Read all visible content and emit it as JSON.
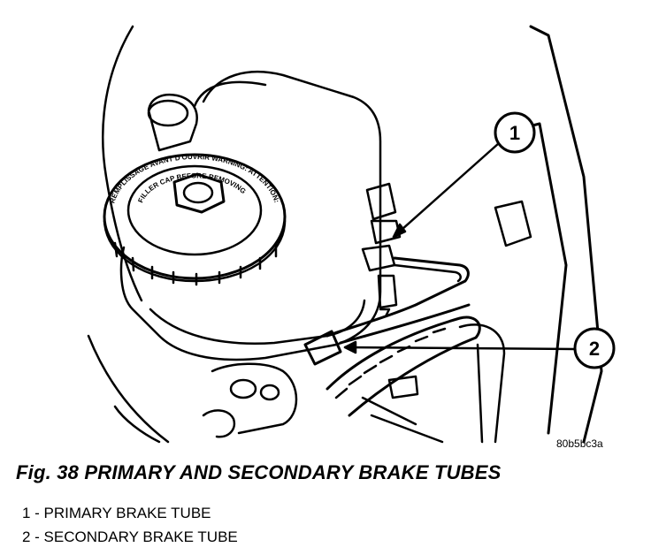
{
  "figure": {
    "callouts": [
      {
        "number": "1"
      },
      {
        "number": "2"
      }
    ],
    "cap_text_outer": "REMPLISSAGE AVANT D'OUVRIR WARNING: ATTENTION: ",
    "cap_text_inner": "FILLER CAP  BEFORE  REMOVING",
    "code": "80b5bc3a",
    "caption": "Fig. 38 PRIMARY AND SECONDARY BRAKE TUBES",
    "legend": [
      "1 - PRIMARY BRAKE TUBE",
      "2 - SECONDARY BRAKE TUBE"
    ]
  }
}
